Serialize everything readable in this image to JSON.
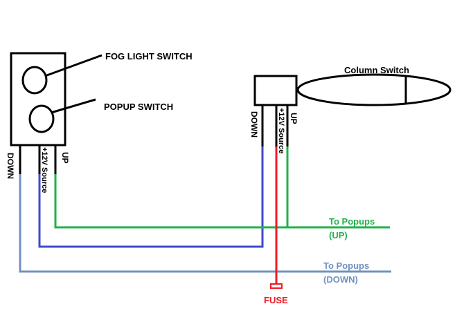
{
  "labels": {
    "fog_light_switch": "FOG LIGHT SWITCH",
    "popup_switch": "POPUP SWITCH",
    "column_switch": "Column Switch",
    "left_down": "DOWN",
    "left_source": "+12V Source",
    "left_up": "UP",
    "col_down": "DOWN",
    "col_source": "+12V Source",
    "col_up": "UP",
    "to_popups_up_line1": "To Popups",
    "to_popups_up_line2": "(UP)",
    "to_popups_down_line1": "To Popups",
    "to_popups_down_line2": "(DOWN)",
    "fuse": "FUSE"
  },
  "colors": {
    "black": "#000000",
    "green": "#22b14c",
    "blue": "#3f48cc",
    "grey_blue": "#7092be",
    "red": "#ed1c24"
  }
}
